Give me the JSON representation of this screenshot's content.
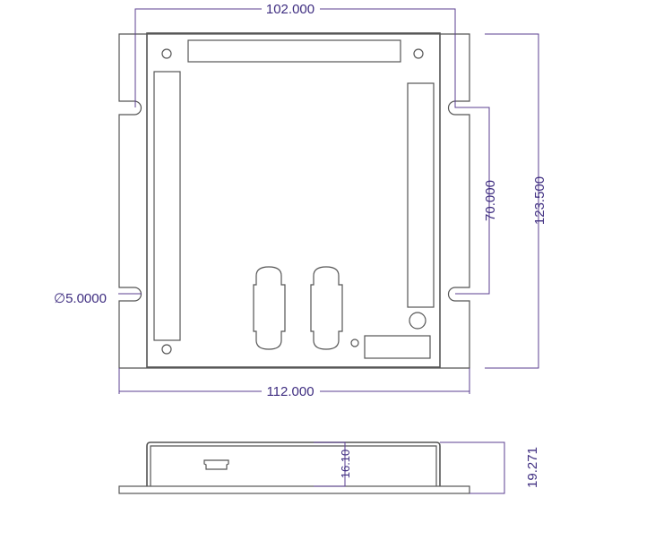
{
  "drawing": {
    "dimensions": {
      "hole_spacing_width": "102.000",
      "plate_width": "112.000",
      "hole_spacing_height": "70.000",
      "plate_height": "123.500",
      "hole_diameter": "∅5.0000",
      "box_height": "16.10",
      "total_height": "19.271"
    },
    "colors": {
      "dimension": "#5b3f92",
      "outline": "#555555"
    }
  }
}
